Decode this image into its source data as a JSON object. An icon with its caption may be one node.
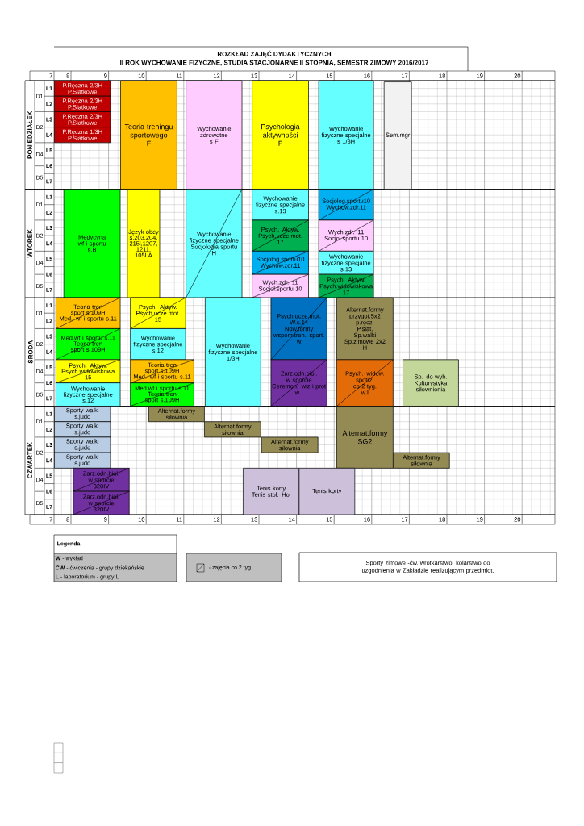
{
  "diagram": {
    "title": "ROZKŁAD ZAJĘĆ DYDAKTYCZNYCH",
    "nodes": [
      {
        "text": [
          "P.Ręczna 2/3H",
          "P.Siatkowe"
        ]
      },
      {
        "text": [
          "P.Ręczna 2/3H",
          "P.Siatkowe"
        ]
      },
      {
        "text": [
          "P.Ręczna 2/3H",
          "P.Siatkowe"
        ]
      },
      {
        "text": [
          "P.Ręczna 1/3H",
          "P.Siatkowe"
        ]
      },
      {
        "text": [
          "Teoria treningu sportowego",
          "F"
        ]
      },
      {
        "text": [
          "Wychowanie zdrowotne",
          "s F"
        ]
      },
      {
        "text": [
          "Psychologia aktywności",
          "F"
        ]
      },
      {
        "text": [
          "Wychowanie fizyczne specjalne",
          "s 1/3H"
        ]
      },
      {
        "text": [
          "Sem.mgr"
        ]
      },
      {
        "text": [
          "Medycyna wf i sportu",
          "s.B"
        ]
      },
      {
        "text": [
          "Język obcy",
          "s.203,204, 215l,1207, 1211, 105LA"
        ]
      },
      {
        "text": [
          "Wychowanie fizyczne specjalne",
          "Socjologia sportu",
          "H"
        ]
      },
      {
        "text": [
          "Wychowanie fizyczne specjalne",
          "s.13"
        ]
      },
      {
        "text": [
          "Psych. Aktyw.",
          "Psych.ucze.mot.",
          "17"
        ]
      },
      {
        "text": [
          "Socjolog.sportu10",
          "Wychow.zdr.11"
        ]
      },
      {
        "text": [
          "Wych.zdr. 11",
          "Socjol.sportu 10"
        ]
      },
      {
        "text": [
          "Socjolog.sportu10",
          "Wychow.zdr.11"
        ]
      },
      {
        "text": [
          "Wych.zdr. 11",
          "Socjol.sportu 10"
        ]
      },
      {
        "text": [
          "Wychowanie fizyczne specjalne",
          "s.13"
        ]
      },
      {
        "text": [
          "Psych. Aktyw.",
          "Psych.widowiskowa",
          "17"
        ]
      },
      {
        "text": [
          "Teoria tren sport s.109H",
          "Med. wf i sportu s.11"
        ]
      },
      {
        "text": [
          "Med.wf i sportu s.11",
          "Teoria tren sport s.109H"
        ]
      },
      {
        "text": [
          "Psych. Aktyw.",
          "Psych.widowiskowa",
          "15"
        ]
      },
      {
        "text": [
          "Wychowanie fizyczne specjalne",
          "s.12"
        ]
      },
      {
        "text": [
          "Psych. Aktyw.",
          "Psych.ucze.mot.",
          "15"
        ]
      },
      {
        "text": [
          "Wychowanie fizyczne specjalne",
          "s.12"
        ]
      },
      {
        "text": [
          "Teoria tren sport s.109H",
          "Med. wf i sportu s.11"
        ]
      },
      {
        "text": [
          "Med.wf i sportu s.11",
          "Teoria tren sport s.109H"
        ]
      },
      {
        "text": [
          "Wychowanie fizyczne specjalne",
          "1/3H"
        ]
      },
      {
        "text": [
          "Psych.ucze.mot.",
          "W.s.14",
          "Now.formy wspom.tren. sport.",
          "w"
        ]
      },
      {
        "text": [
          "Zarz.odn.biol. w sporcie",
          "Ceremon. wiz i prot",
          "w I"
        ]
      },
      {
        "text": [
          "Alternat.formy",
          "przygot.5x2",
          "p.ręcz.",
          "P.siat.",
          "Sp.walki",
          "Sp.zimowe 2x2",
          "H"
        ]
      },
      {
        "text": [
          "Psych. widow. spotrz.",
          "co 2 tyg.",
          "w.I"
        ]
      },
      {
        "text": [
          "Sp. do wyb.",
          "Kulturystyka",
          "siłownionia"
        ]
      },
      {
        "text": [
          "Sporty walki",
          "s.judo"
        ]
      },
      {
        "text": [
          "Sporty walki",
          "s.judo"
        ]
      },
      {
        "text": [
          "Sporty walki",
          "s.judo"
        ]
      },
      {
        "text": [
          "Sporty walki",
          "s.judo"
        ]
      },
      {
        "text": [
          "Zarz.odn.biol. w sporcie",
          "320IV"
        ]
      },
      {
        "text": [
          "Zarz.odn.biol. w sporcie",
          "320IV"
        ]
      },
      {
        "text": [
          "Alternat.formy siłownia"
        ]
      },
      {
        "text": [
          "Alternat.formy siłownia"
        ]
      },
      {
        "text": [
          "Alternat.formy siłownia"
        ]
      },
      {
        "text": [
          "Alternat.formy",
          "SG2"
        ]
      },
      {
        "text": [
          "Alternat.formy siłownia"
        ]
      },
      {
        "text": [
          "Tenis korty",
          "Tenis stol. Hol"
        ]
      },
      {
        "text": [
          "Tenis korty"
        ]
      },
      {
        "text": [
          "Sporty zimowe -ćw.,wrotkarstwo, kolarstwo do uzgodnienia w Zakładzie realizującym przedmiot."
        ]
      }
    ],
    "labels": [
      "II ROK WYCHOWANIE FIZYCZNE, STUDIA STACJONARNE II STOPNIA, SEMESTR ZIMOWY 2016/2017",
      "7",
      "8",
      "9",
      "10",
      "11",
      "12",
      "13",
      "14",
      "15",
      "16",
      "17",
      "18",
      "19",
      "20",
      "PONIEDZIAŁEK",
      "D1",
      "D2",
      "D4",
      "D5",
      "L1",
      "L2",
      "L3",
      "L4",
      "L5",
      "L6",
      "L7",
      "WTOREK",
      "D1",
      "D2",
      "D4",
      "D5",
      "L1",
      "L2",
      "L3",
      "L4",
      "L5",
      "L6",
      "L7",
      "ŚRODA",
      "D1",
      "D2",
      "D4",
      "D5",
      "L1",
      "L2",
      "L3",
      "L4",
      "L5",
      "L6",
      "L7",
      "CZWARTEK",
      "D1",
      "D2",
      "D4",
      "D5",
      "L1",
      "L2",
      "L3",
      "L4",
      "L5",
      "L6",
      "L7",
      "7",
      "8",
      "9",
      "10",
      "11",
      "12",
      "13",
      "14",
      "15",
      "16",
      "17",
      "18",
      "19",
      "20",
      "Legenda:",
      "**W** - wykład",
      "**ĆW** - ćwiczenia - grupy dziekańskie",
      "**L** - laboratorium - grupy L"
    ],
    "legend": [
      {
        "text": "- zajęcia co 2 tyg"
      }
    ]
  }
}
